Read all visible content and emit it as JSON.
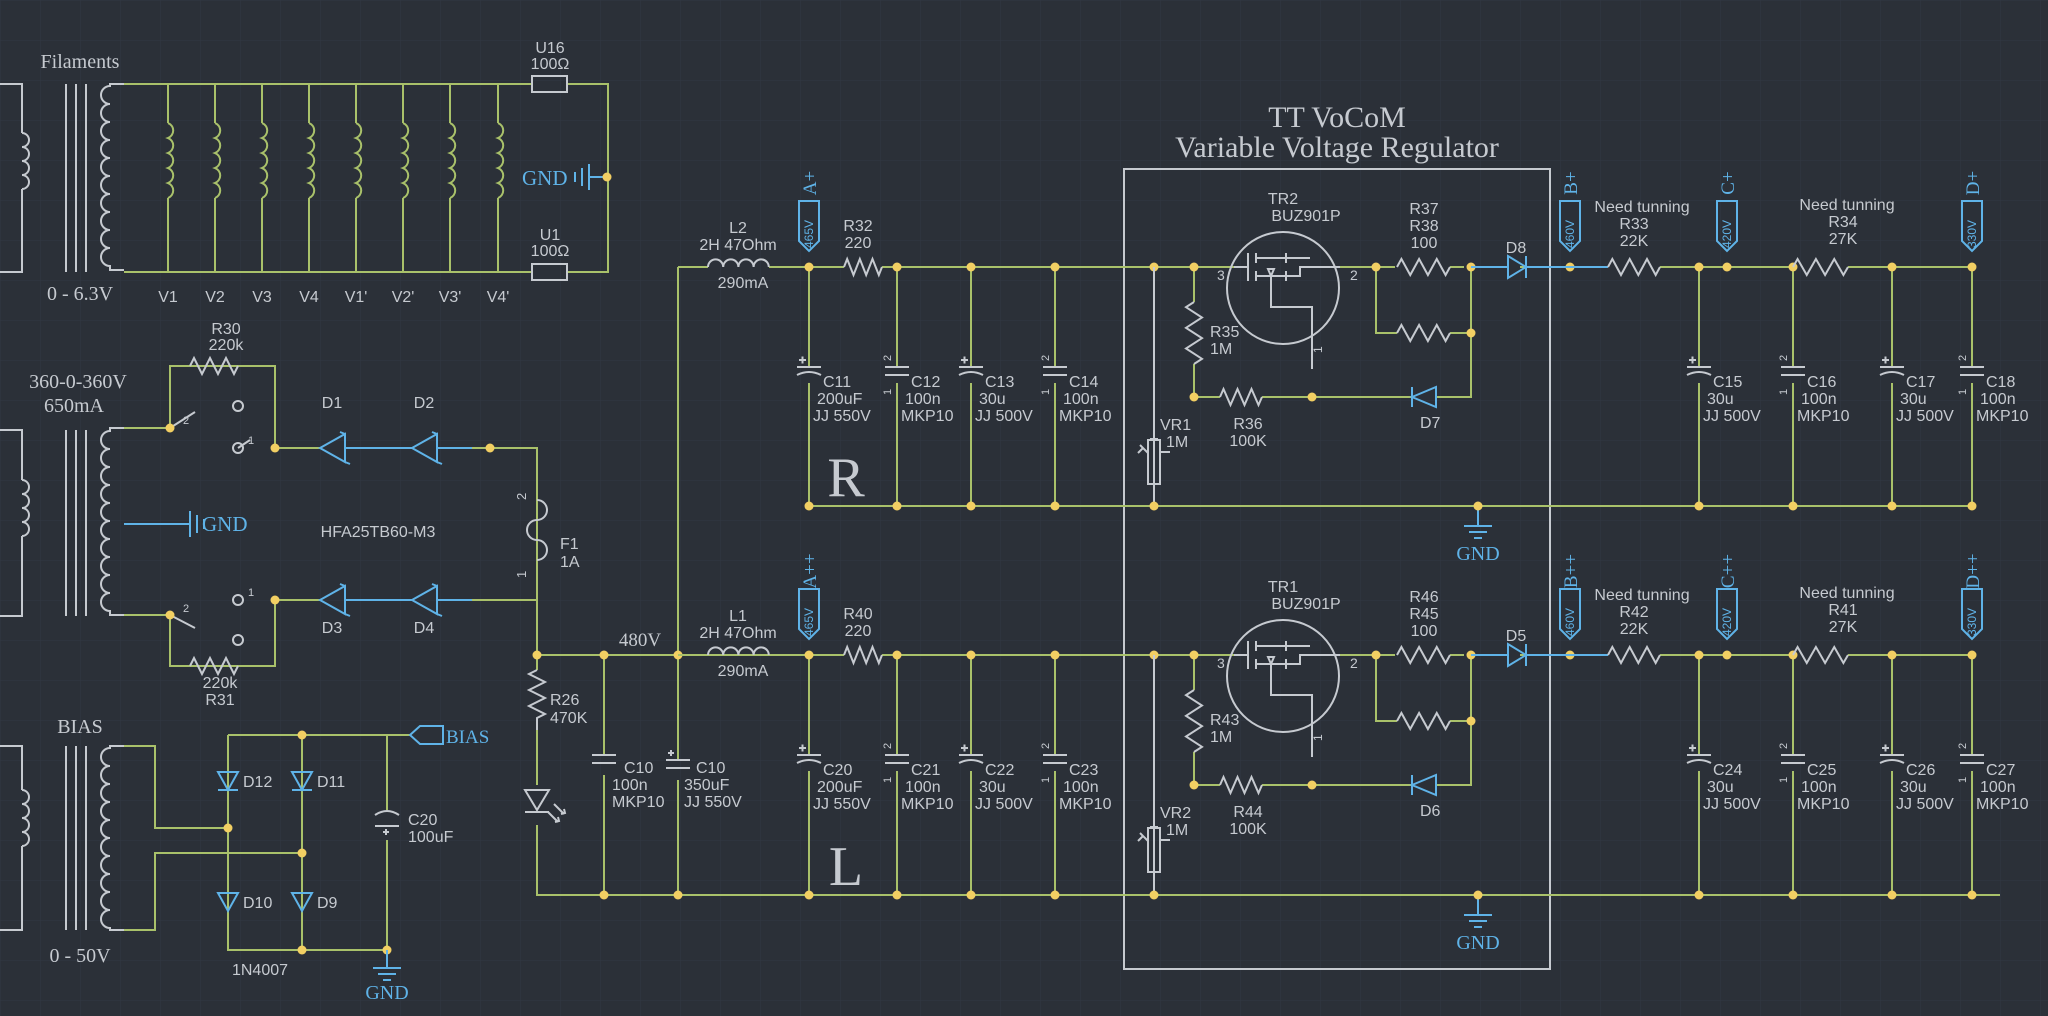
{
  "title": {
    "line1": "TT VoCoM",
    "line2": "Variable Voltage Regulator"
  },
  "transformers": {
    "filaments": {
      "label": "Filaments",
      "voltage": "0 - 6.3V"
    },
    "hv": {
      "voltage": "360-0-360V",
      "current": "650mA"
    },
    "bias": {
      "label": "BIAS",
      "voltage": "0 - 50V"
    }
  },
  "heater_labels": [
    "V1",
    "V2",
    "V3",
    "V4",
    "V1'",
    "V2'",
    "V3'",
    "V4'"
  ],
  "heater_resistors": {
    "u16": {
      "ref": "U16",
      "value": "100Ω"
    },
    "u1": {
      "ref": "U1",
      "value": "100Ω"
    }
  },
  "gnd_label": "GND",
  "bias_label": "BIAS",
  "rectifier": {
    "r30": {
      "ref": "R30",
      "value": "220k"
    },
    "r31": {
      "ref": "R31",
      "value": "220k"
    },
    "diodes": [
      "D1",
      "D2",
      "D3",
      "D4"
    ],
    "part": "HFA25TB60-M3",
    "fuse": {
      "ref": "F1",
      "value": "1A"
    },
    "r26": {
      "ref": "R26",
      "value": "470K"
    },
    "voltage": "480V",
    "c10a": {
      "ref": "C10",
      "v1": "100n",
      "v2": "MKP10"
    },
    "c10b": {
      "ref": "C10",
      "v1": "350uF",
      "v2": "JJ 550V"
    }
  },
  "bias_supply": {
    "diodes": [
      "D12",
      "D11",
      "D10",
      "D9"
    ],
    "part": "1N4007",
    "c20": {
      "ref": "C20",
      "value": "100uF"
    }
  },
  "channels": [
    {
      "letter": "R",
      "choke": {
        "ref": "L2",
        "v1": "2H 47Ohm",
        "v2": "290mA"
      },
      "flag_a": {
        "name": "A+",
        "volt": "465V"
      },
      "r_in": {
        "ref": "R32",
        "value": "220"
      },
      "caps_in": [
        {
          "ref": "C11",
          "v1": "200uF",
          "v2": "JJ 550V"
        },
        {
          "ref": "C12",
          "v1": "100n",
          "v2": "MKP10"
        },
        {
          "ref": "C13",
          "v1": "30u",
          "v2": "JJ 500V"
        },
        {
          "ref": "C14",
          "v1": "100n",
          "v2": "MKP10"
        }
      ],
      "mosfet": {
        "ref": "TR2",
        "part": "BUZ901P"
      },
      "r_gate": {
        "ref": "R35",
        "value": "1M"
      },
      "r_fb": {
        "ref": "R36",
        "value": "100K"
      },
      "vr": {
        "ref": "VR1",
        "value": "1M"
      },
      "r_src": {
        "ref1": "R37",
        "ref2": "R38",
        "value": "100"
      },
      "d_fb": "D7",
      "d_out": "D8",
      "flag_b": {
        "name": "B+",
        "volt": "460V"
      },
      "note1": "Need tunning",
      "r_b": {
        "ref": "R33",
        "value": "22K"
      },
      "flag_c": {
        "name": "C+",
        "volt": "420V"
      },
      "note2": "Need tunning",
      "r_c": {
        "ref": "R34",
        "value": "27K"
      },
      "flag_d": {
        "name": "D+",
        "volt": "330V"
      },
      "caps_out": [
        {
          "ref": "C15",
          "v1": "30u",
          "v2": "JJ 500V"
        },
        {
          "ref": "C16",
          "v1": "100n",
          "v2": "MKP10"
        },
        {
          "ref": "C17",
          "v1": "30u",
          "v2": "JJ 500V"
        },
        {
          "ref": "C18",
          "v1": "100n",
          "v2": "MKP10"
        }
      ]
    },
    {
      "letter": "L",
      "choke": {
        "ref": "L1",
        "v1": "2H 47Ohm",
        "v2": "290mA"
      },
      "flag_a": {
        "name": "A++",
        "volt": "465V"
      },
      "r_in": {
        "ref": "R40",
        "value": "220"
      },
      "caps_in": [
        {
          "ref": "C20",
          "v1": "200uF",
          "v2": "JJ 550V"
        },
        {
          "ref": "C21",
          "v1": "100n",
          "v2": "MKP10"
        },
        {
          "ref": "C22",
          "v1": "30u",
          "v2": "JJ 500V"
        },
        {
          "ref": "C23",
          "v1": "100n",
          "v2": "MKP10"
        }
      ],
      "mosfet": {
        "ref": "TR1",
        "part": "BUZ901P"
      },
      "r_gate": {
        "ref": "R43",
        "value": "1M"
      },
      "r_fb": {
        "ref": "R44",
        "value": "100K"
      },
      "vr": {
        "ref": "VR2",
        "value": "1M"
      },
      "r_src": {
        "ref1": "R46",
        "ref2": "R45",
        "value": "100"
      },
      "d_fb": "D6",
      "d_out": "D5",
      "flag_b": {
        "name": "B++",
        "volt": "460V"
      },
      "note1": "Need tunning",
      "r_b": {
        "ref": "R42",
        "value": "22K"
      },
      "flag_c": {
        "name": "C++",
        "volt": "420V"
      },
      "note2": "Need tunning",
      "r_c": {
        "ref": "R41",
        "value": "27K"
      },
      "flag_d": {
        "name": "D++",
        "volt": "330V"
      },
      "caps_out": [
        {
          "ref": "C24",
          "v1": "30u",
          "v2": "JJ 500V"
        },
        {
          "ref": "C25",
          "v1": "100n",
          "v2": "MKP10"
        },
        {
          "ref": "C26",
          "v1": "30u",
          "v2": "JJ 500V"
        },
        {
          "ref": "C27",
          "v1": "100n",
          "v2": "MKP10"
        }
      ]
    }
  ]
}
